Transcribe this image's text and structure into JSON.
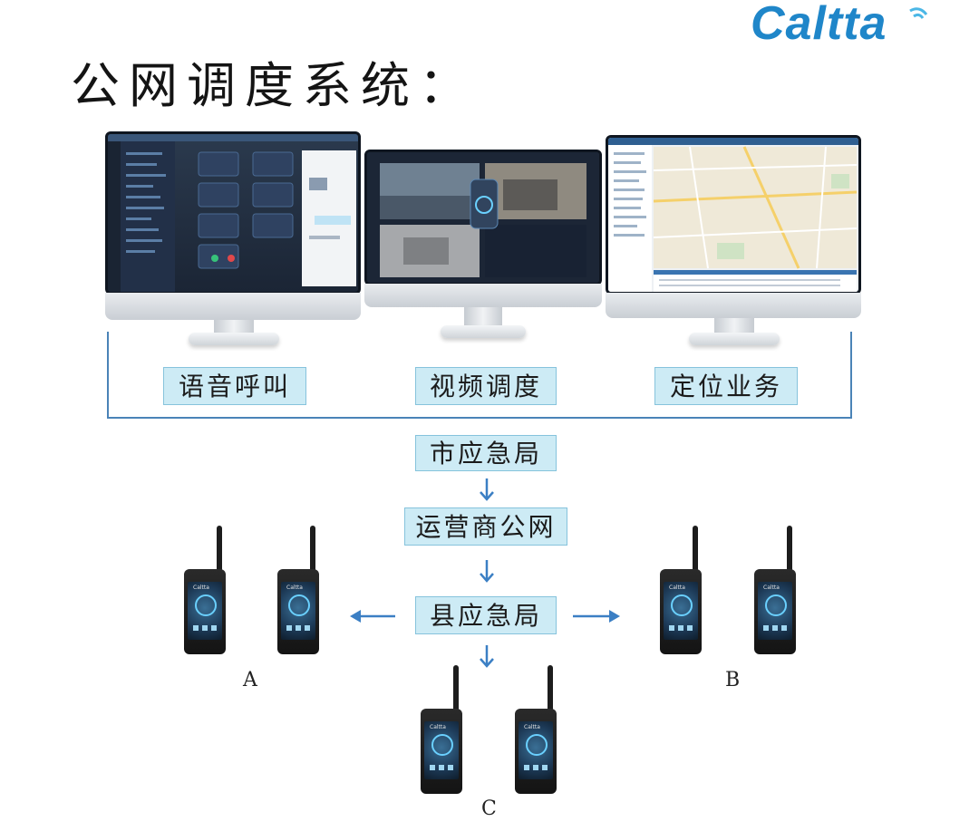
{
  "title": "公网调度系统：",
  "logo": {
    "text": "Caltta",
    "color": "#1f86c9"
  },
  "monitors": [
    {
      "name": "voice-monitor"
    },
    {
      "name": "video-monitor"
    },
    {
      "name": "map-monitor"
    }
  ],
  "services": [
    "语音呼叫",
    "视频调度",
    "定位业务"
  ],
  "flow": {
    "city_bureau": "市应急局",
    "carrier_network": "运营商公网",
    "county_bureau": "县应急局"
  },
  "groups": {
    "a": "A",
    "b": "B",
    "c": "C"
  },
  "radio_brand": "Caltta",
  "colors": {
    "accent": "#4a83b7",
    "label_bg": "#cdebf5",
    "label_border": "#86c3dc",
    "arrow": "#3b7fc4"
  }
}
